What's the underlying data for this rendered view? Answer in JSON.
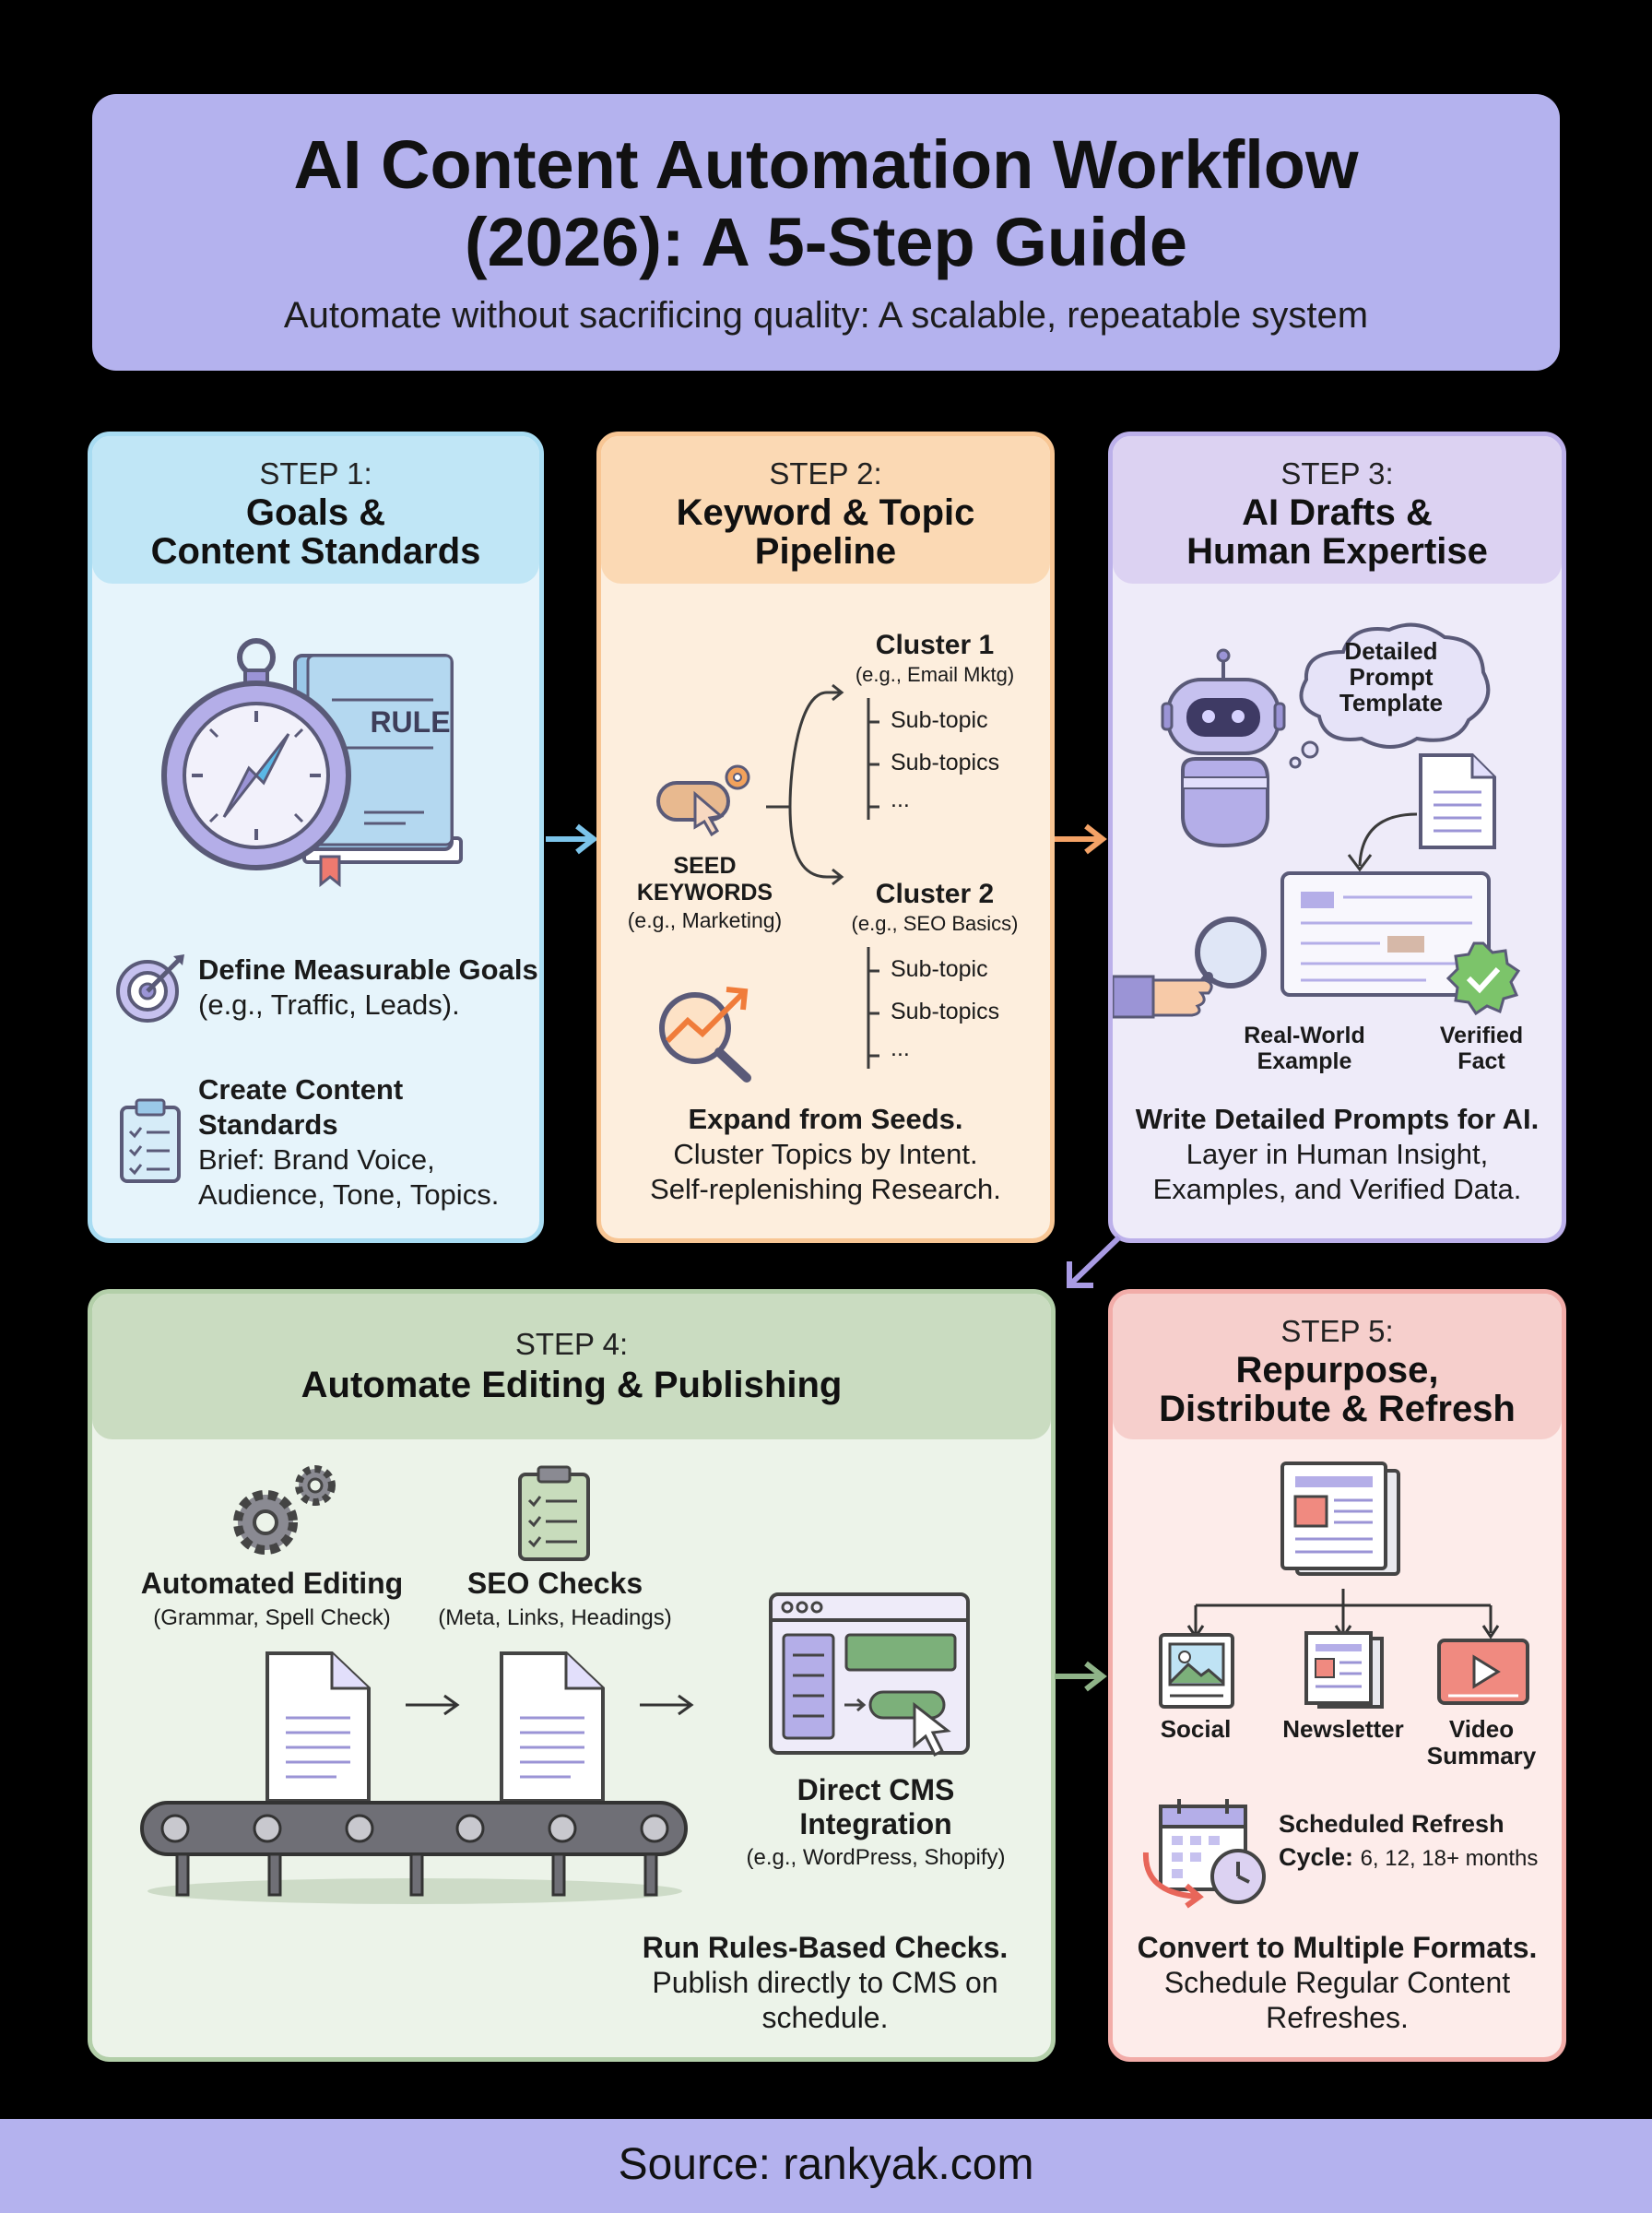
{
  "header": {
    "title_line1": "AI Content Automation Workflow",
    "title_line2": "(2026): A 5-Step Guide",
    "subtitle": "Automate without sacrificing quality: A scalable, repeatable system"
  },
  "step1": {
    "number": "STEP 1:",
    "title_line1": "Goals &",
    "title_line2": "Content Standards",
    "book_label": "RULE",
    "goal_title": "Define Measurable Goals",
    "goal_detail": "(e.g., Traffic, Leads).",
    "standards_title_line1": "Create Content",
    "standards_title_line2": "Standards",
    "standards_detail_line1": "Brief: Brand Voice,",
    "standards_detail_line2": "Audience, Tone, Topics."
  },
  "step2": {
    "number": "STEP 2:",
    "title_line1": "Keyword & Topic",
    "title_line2": "Pipeline",
    "seed_line1": "SEED",
    "seed_line2": "KEYWORDS",
    "seed_example": "(e.g., Marketing)",
    "cluster1_title": "Cluster 1",
    "cluster1_example": "(e.g., Email Mktg)",
    "cluster1_items": [
      "Sub-topic",
      "Sub-topics",
      "..."
    ],
    "cluster2_title": "Cluster 2",
    "cluster2_example": "(e.g., SEO Basics)",
    "cluster2_items": [
      "Sub-topic",
      "Sub-topics",
      "..."
    ],
    "summary_bold": "Expand from Seeds.",
    "summary_line2": "Cluster Topics by Intent.",
    "summary_line3": "Self-replenishing Research."
  },
  "step3": {
    "number": "STEP 3:",
    "title_line1": "AI Drafts &",
    "title_line2": "Human Expertise",
    "bubble_line1": "Detailed",
    "bubble_line2": "Prompt",
    "bubble_line3": "Template",
    "example_line1": "Real-World",
    "example_line2": "Example",
    "fact_line1": "Verified",
    "fact_line2": "Fact",
    "summary_bold": "Write Detailed Prompts for AI.",
    "summary_line2": "Layer in Human Insight,",
    "summary_line3": "Examples, and Verified Data."
  },
  "step4": {
    "number": "STEP 4:",
    "title": "Automate Editing & Publishing",
    "editing_title": "Automated Editing",
    "editing_detail": "(Grammar, Spell Check)",
    "seo_title": "SEO Checks",
    "seo_detail": "(Meta, Links, Headings)",
    "cms_line1": "Direct CMS",
    "cms_line2": "Integration",
    "cms_detail": "(e.g., WordPress, Shopify)",
    "summary_bold": "Run Rules-Based Checks.",
    "summary_line2": "Publish directly to CMS on",
    "summary_line3": "schedule."
  },
  "step5": {
    "number": "STEP 5:",
    "title_line1": "Repurpose,",
    "title_line2": "Distribute & Refresh",
    "social": "Social",
    "newsletter": "Newsletter",
    "video_line1": "Video",
    "video_line2": "Summary",
    "refresh_title": "Scheduled Refresh",
    "refresh_cycle_label": "Cycle:",
    "refresh_cycle_value": "6, 12, 18+ months",
    "summary_bold": "Convert to Multiple Formats.",
    "summary_line2": "Schedule Regular Content",
    "summary_line3": "Refreshes."
  },
  "footer": {
    "source": "Source: rankyak.com"
  },
  "colors": {
    "title_bg": "#b4b2ee",
    "step1": "#c0e6f6",
    "step2": "#fbd9b4",
    "step3": "#dcd2f2",
    "step4": "#cadcc1",
    "step5": "#f6cfcc"
  }
}
